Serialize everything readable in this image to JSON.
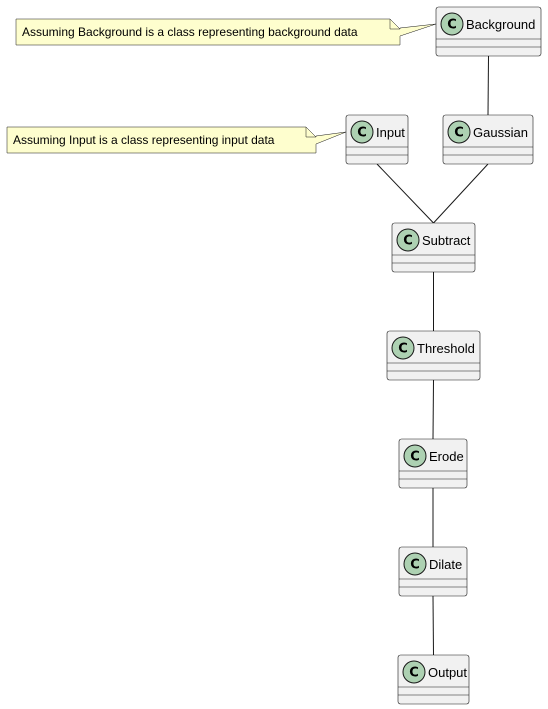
{
  "classes": [
    {
      "id": "background",
      "name": "Background"
    },
    {
      "id": "input",
      "name": "Input"
    },
    {
      "id": "gaussian",
      "name": "Gaussian"
    },
    {
      "id": "subtract",
      "name": "Subtract"
    },
    {
      "id": "threshold",
      "name": "Threshold"
    },
    {
      "id": "erode",
      "name": "Erode"
    },
    {
      "id": "dilate",
      "name": "Dilate"
    },
    {
      "id": "output",
      "name": "Output"
    }
  ],
  "class_icon_letter": "C",
  "edges": [
    {
      "from": "background",
      "to": "gaussian"
    },
    {
      "from": "input",
      "to": "subtract"
    },
    {
      "from": "gaussian",
      "to": "subtract"
    },
    {
      "from": "subtract",
      "to": "threshold"
    },
    {
      "from": "threshold",
      "to": "erode"
    },
    {
      "from": "erode",
      "to": "dilate"
    },
    {
      "from": "dilate",
      "to": "output"
    }
  ],
  "notes": [
    {
      "id": "background-note",
      "target": "background",
      "text": "Assuming Background is a class representing background data"
    },
    {
      "id": "input-note",
      "target": "input",
      "text": "Assuming Input is a class representing input data"
    }
  ],
  "colors": {
    "class_fill": "#f1f1f1",
    "class_icon": "#add1b2",
    "note_fill": "#fefece",
    "line": "#181818"
  }
}
